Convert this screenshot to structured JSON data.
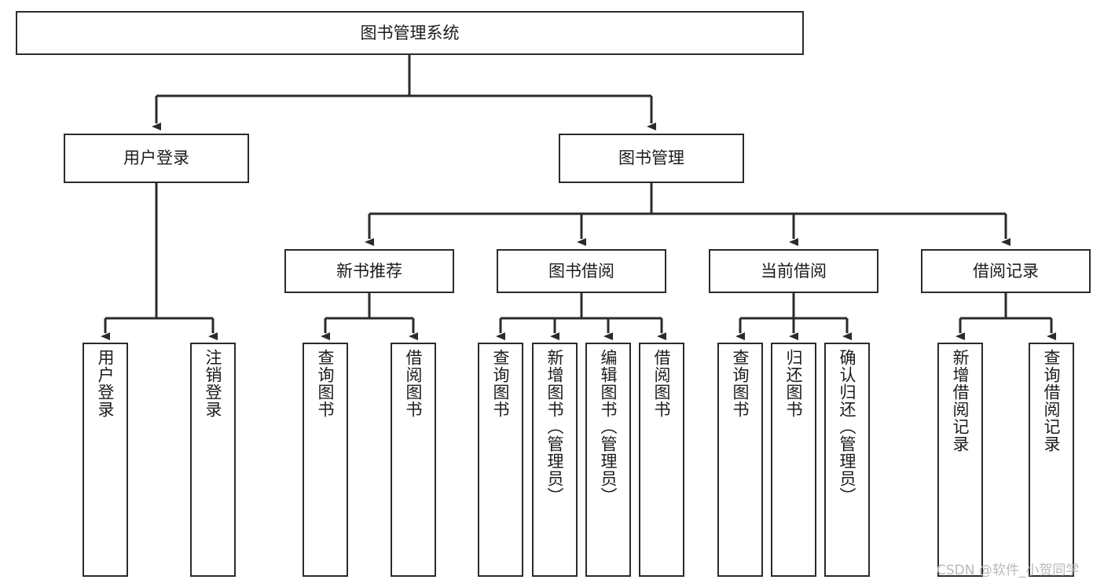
{
  "diagram": {
    "type": "tree-hierarchy-chart",
    "title": "图书管理系统",
    "orientation": "top-down",
    "levels": 4,
    "line_color": "#2b2b2b",
    "box_fill": "#ffffff",
    "text_color": "#1c1c1c",
    "watermark": "CSDN @软件_小贺同学",
    "nodes": {
      "root": {
        "label": "图书管理系统",
        "level": 1
      },
      "level2": [
        {
          "id": "user-login",
          "label": "用户登录"
        },
        {
          "id": "book-manage",
          "label": "图书管理"
        }
      ],
      "level3": [
        {
          "id": "new-book-recommend",
          "label": "新书推荐",
          "parent": "book-manage"
        },
        {
          "id": "book-borrow",
          "label": "图书借阅",
          "parent": "book-manage"
        },
        {
          "id": "current-borrow",
          "label": "当前借阅",
          "parent": "book-manage"
        },
        {
          "id": "borrow-record",
          "label": "借阅记录",
          "parent": "book-manage"
        }
      ],
      "leaves": [
        {
          "id": "leaf-user-login",
          "label": "用户登录",
          "parent": "user-login"
        },
        {
          "id": "leaf-logout",
          "label": "注销登录",
          "parent": "user-login"
        },
        {
          "id": "leaf-query-book-1",
          "label": "查询图书",
          "parent": "new-book-recommend"
        },
        {
          "id": "leaf-borrow-book-1",
          "label": "借阅图书",
          "parent": "new-book-recommend"
        },
        {
          "id": "leaf-query-book-2",
          "label": "查询图书",
          "parent": "book-borrow"
        },
        {
          "id": "leaf-add-book",
          "label": "新增图书（管理员）",
          "parent": "book-borrow"
        },
        {
          "id": "leaf-edit-book",
          "label": "编辑图书（管理员）",
          "parent": "book-borrow"
        },
        {
          "id": "leaf-borrow-book-2",
          "label": "借阅图书",
          "parent": "book-borrow"
        },
        {
          "id": "leaf-query-book-3",
          "label": "查询图书",
          "parent": "current-borrow"
        },
        {
          "id": "leaf-return-book",
          "label": "归还图书",
          "parent": "current-borrow"
        },
        {
          "id": "leaf-confirm-return",
          "label": "确认归还（管理员）",
          "parent": "current-borrow"
        },
        {
          "id": "leaf-add-record",
          "label": "新增借阅记录",
          "parent": "borrow-record"
        },
        {
          "id": "leaf-query-record",
          "label": "查询借阅记录",
          "parent": "borrow-record"
        }
      ]
    }
  }
}
